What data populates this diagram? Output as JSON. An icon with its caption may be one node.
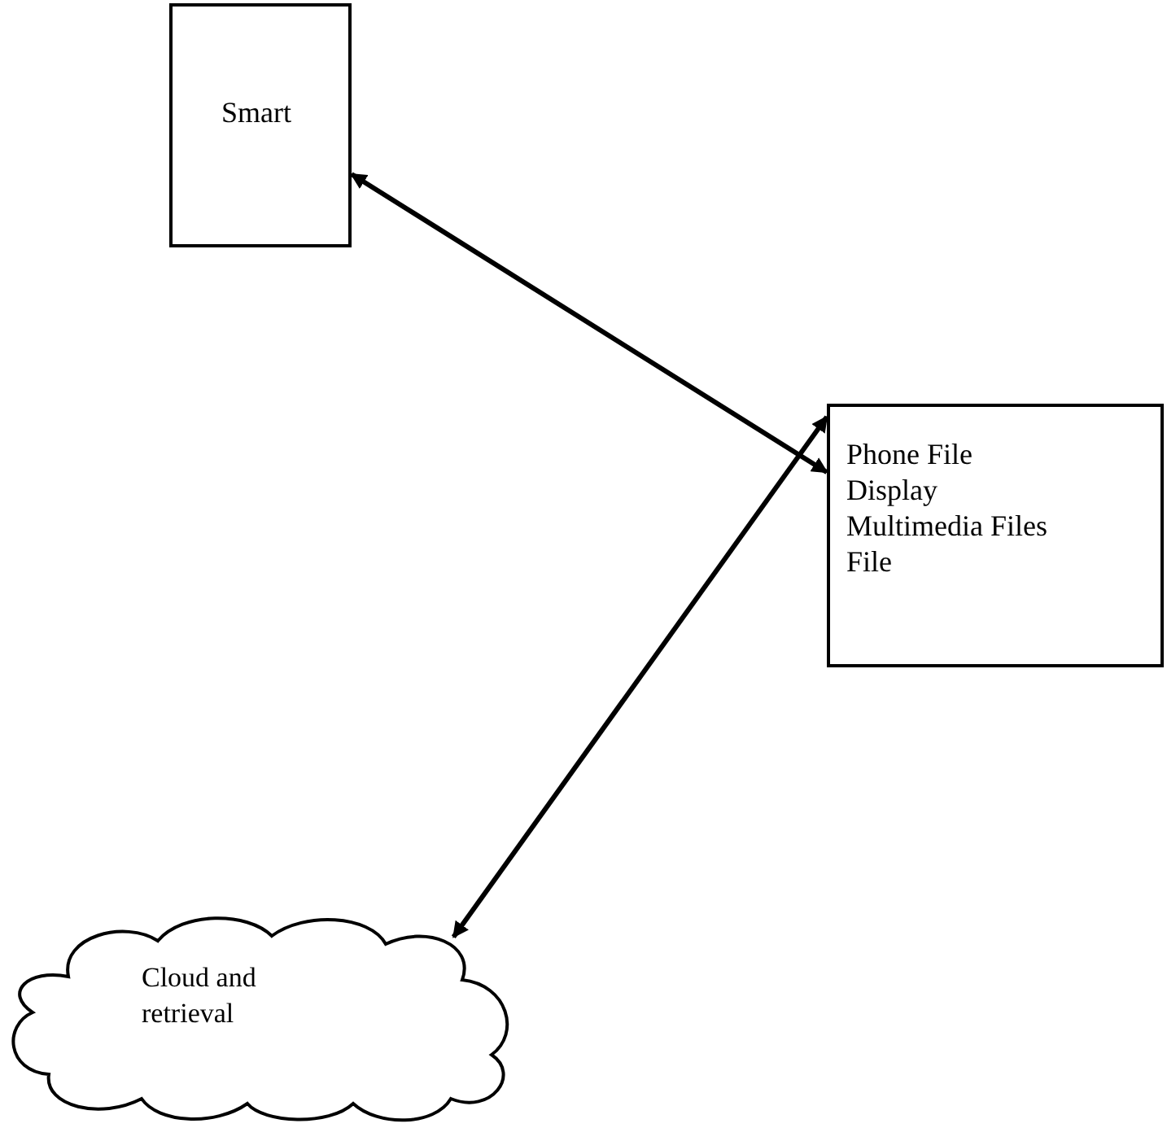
{
  "diagram": {
    "nodes": [
      {
        "text": [
          "Smart"
        ]
      },
      {
        "text": [
          "Phone File Display Multimedia Files File"
        ]
      },
      {
        "text": [
          "Cloud and retrieval"
        ]
      }
    ],
    "edges": [
      {
        "from": 0,
        "to": 1,
        "arrow": "both"
      },
      {
        "from": 1,
        "to": 2,
        "arrow": "both"
      }
    ]
  }
}
